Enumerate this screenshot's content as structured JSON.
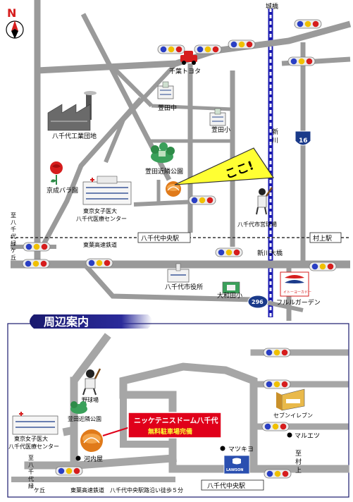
{
  "compass": {
    "letter": "N"
  },
  "top_map": {
    "labels": {
      "shirohashi": "城橋",
      "chiba_toyota": "千葉トヨタ",
      "kayadachu": "萱田中",
      "kayadasho": "萱田小",
      "kogyo_danchi": "八千代工業団地",
      "kayada_park": "萱田近隣公園",
      "rose_garden": "京成バラ園",
      "hospital": "東京女子医大\n八千代医療センター",
      "stadium": "八千代市営球場",
      "station": "八千代中央駅",
      "murakami": "村上駅",
      "to_yachiyo": "至八千代緑ケ丘",
      "toyo_railway": "東葉高速鉄道",
      "shinkawa_bridge": "新川大橋",
      "shinkawa": "新\n川",
      "city_hall": "八千代市役所",
      "owada": "大和田小",
      "fururu": "フルルガーデン",
      "route16": "16",
      "route296": "296",
      "koko": "ここ!",
      "ito_yokado": "イトーヨーカドー"
    }
  },
  "detail_map": {
    "title": "周辺案内",
    "labels": {
      "baseball": "野球場",
      "park": "萱田近隣公園",
      "hospital": "東京女子医大\n八千代医療センター",
      "seven_eleven": "セブンイレブン",
      "maruetsu": "マルエツ",
      "matsukiyo": "マツキヨ",
      "kawachiya": "河内屋",
      "lawson": "LAWSON",
      "station": "八千代中央駅",
      "to_yachiyo": "至八千代緑ケ丘",
      "to_murakami": "至\n村\n上",
      "walk_note": "東葉高速鉄道　八千代中央駅路沿い徒歩５分"
    },
    "callout": {
      "line1": "ニッケテニスドーム八千代",
      "line2": "無料駐車場完備"
    }
  },
  "colors": {
    "road": "#9a9a9a",
    "railway": "#1a1ab0",
    "callout_red": "#e0001a",
    "koko_yellow": "#ffff33",
    "title_navy": "#1a1a6e"
  }
}
